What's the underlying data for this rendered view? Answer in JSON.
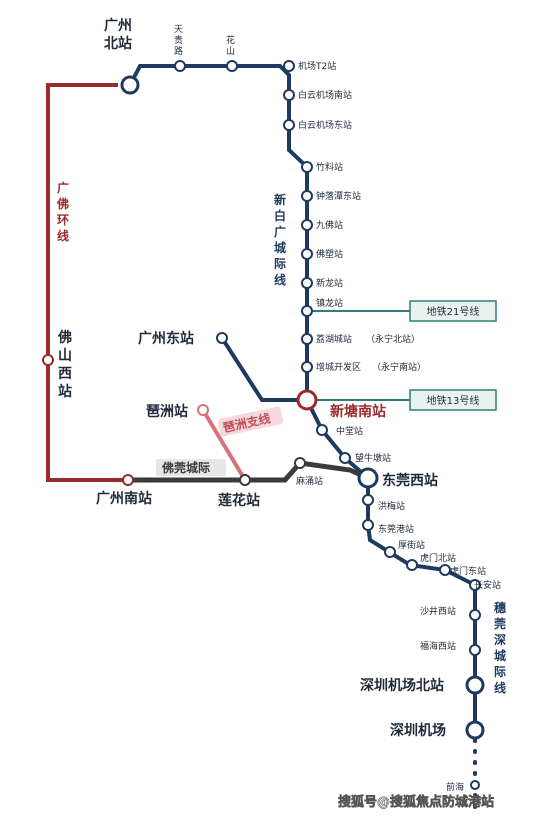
{
  "stations": {
    "gz_north": "广州北站",
    "tiangui": "天贵路",
    "huashan": "花山",
    "t2": "机场T2站",
    "airport_south": "白云机场南站",
    "airport_east": "白云机场东站",
    "zhuliao": "竹料站",
    "zhongluotan_east": "钟落潭东站",
    "jiufo": "九佛站",
    "fosu": "佛塑站",
    "xinlong": "新龙站",
    "zhenlong": "镇龙站",
    "lihucheng": "荔湖城站",
    "lihucheng_note": "（永宁北站）",
    "zengcheng_kaifa": "增城开发区",
    "zengcheng_note": "（永宁南站）",
    "gz_east": "广州东站",
    "xintang_south": "新塘南站",
    "zhongtang": "中堂站",
    "wangniudun": "望牛墩站",
    "dongguan_west": "东莞西站",
    "pazhou": "琶洲站",
    "foshan_west": "佛山西站",
    "gz_south": "广州南站",
    "lianhua": "莲花站",
    "mayong": "麻涌站",
    "hongmei": "洪梅站",
    "dongguan_port": "东莞港站",
    "houjie": "厚街站",
    "humen_north": "虎门北站",
    "humen_east": "虎门东站",
    "changan": "长安站",
    "shajing_west": "沙井西站",
    "fuhai_west": "福海西站",
    "sz_airport_north": "深圳机场北站",
    "sz_airport": "深圳机场",
    "qianhai": "前海"
  },
  "lines": {
    "guangfo_ring": "广佛环线",
    "xinbaiguang": "新白广城际线",
    "pazhou_branch": "琶洲支线",
    "foguan": "佛莞城际",
    "suiguanshen": "穗莞深城际线",
    "metro21": "地铁21号线",
    "metro13": "地铁13号线"
  },
  "watermark": "搜狐号@搜狐焦点防城港站",
  "colors": {
    "navy": "#1f3a5f",
    "red": "#9a2a2e",
    "pink": "#d9707a",
    "gray": "#3b3b3b",
    "teal": "#2f7f78",
    "box_bg": "#e8f3ef"
  }
}
